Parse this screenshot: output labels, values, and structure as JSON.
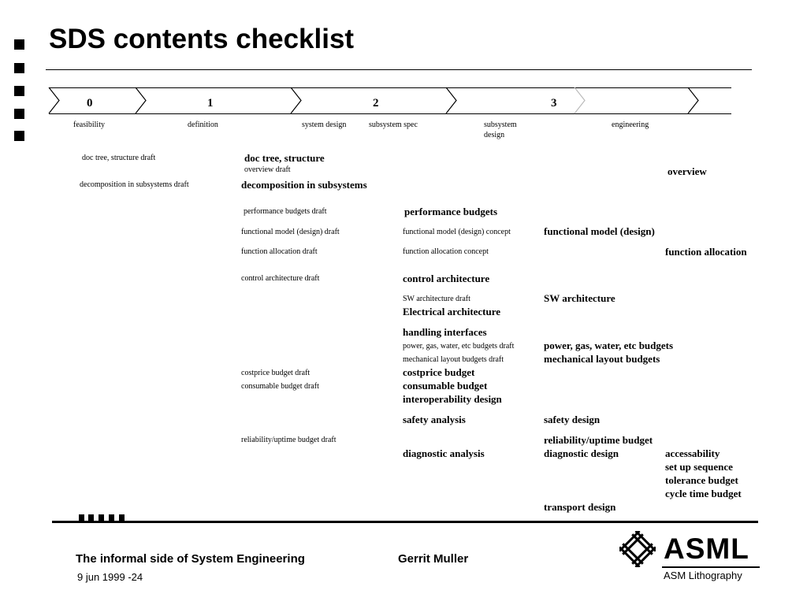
{
  "slide": {
    "title": "SDS contents checklist"
  },
  "phases": [
    {
      "number": "0",
      "label": "feasibility"
    },
    {
      "number": "1",
      "label": "definition"
    },
    {
      "number": "2",
      "label": "system design"
    },
    {
      "label2": "subsystem spec"
    },
    {
      "number": "3",
      "label": "subsystem design"
    },
    {
      "label": "engineering"
    }
  ],
  "phase_labels": {
    "feasibility": "feasibility",
    "definition": "definition",
    "system_design": "system design",
    "subsystem_spec": "subsystem spec",
    "subsystem_design_line1": "subsystem",
    "subsystem_design_line2": "design",
    "engineering": "engineering"
  },
  "phase_numbers": {
    "p0": "0",
    "p1": "1",
    "p2": "2",
    "p3": "3"
  },
  "items": {
    "doc_tree_structure_draft": "doc tree, structure draft",
    "doc_tree_structure": "doc tree, structure",
    "overview_draft": "overview draft",
    "overview": "overview",
    "decomposition_draft": "decomposition in subsystems draft",
    "decomposition": "decomposition in subsystems",
    "performance_budgets_draft": "performance budgets draft",
    "performance_budgets": "performance budgets",
    "functional_model_draft": "functional model (design) draft",
    "functional_model_concept": "functional model (design) concept",
    "functional_model": "functional model (design)",
    "function_allocation_draft": "function allocation draft",
    "function_allocation_concept": "function allocation concept",
    "function_allocation": "function allocation",
    "control_architecture_draft": "control architecture  draft",
    "control_architecture": "control architecture",
    "sw_architecture_draft": "SW architecture draft",
    "sw_architecture": "SW architecture",
    "electrical_architecture": "Electrical architecture",
    "handling_interfaces": "handling interfaces",
    "power_budgets_draft": "power, gas, water, etc budgets draft",
    "power_budgets": "power, gas, water, etc budgets",
    "mechanical_layout_draft": "mechanical layout budgets draft",
    "mechanical_layout": "mechanical layout budgets",
    "costprice_budget_draft": "costprice budget draft",
    "costprice_budget": "costprice budget",
    "consumable_budget_draft": "consumable budget draft",
    "consumable_budget": "consumable budget",
    "interoperability_design": "interoperability design",
    "safety_analysis": "safety analysis",
    "safety_design": "safety design",
    "reliability_draft": "reliability/uptime budget draft",
    "reliability_budget": "reliability/uptime budget",
    "diagnostic_analysis": "diagnostic analysis",
    "diagnostic_design": "diagnostic design",
    "accessability": "accessability",
    "set_up_sequence": "set up sequence",
    "tolerance_budget": "tolerance budget",
    "cycle_time_budget": "cycle time budget",
    "transport_design": "transport design"
  },
  "footer": {
    "title": "The informal side of System Engineering",
    "author": "Gerrit Muller",
    "date": "9 jun 1999 -24"
  },
  "logo": {
    "word": "ASML",
    "subtitle": "ASM Lithography"
  }
}
